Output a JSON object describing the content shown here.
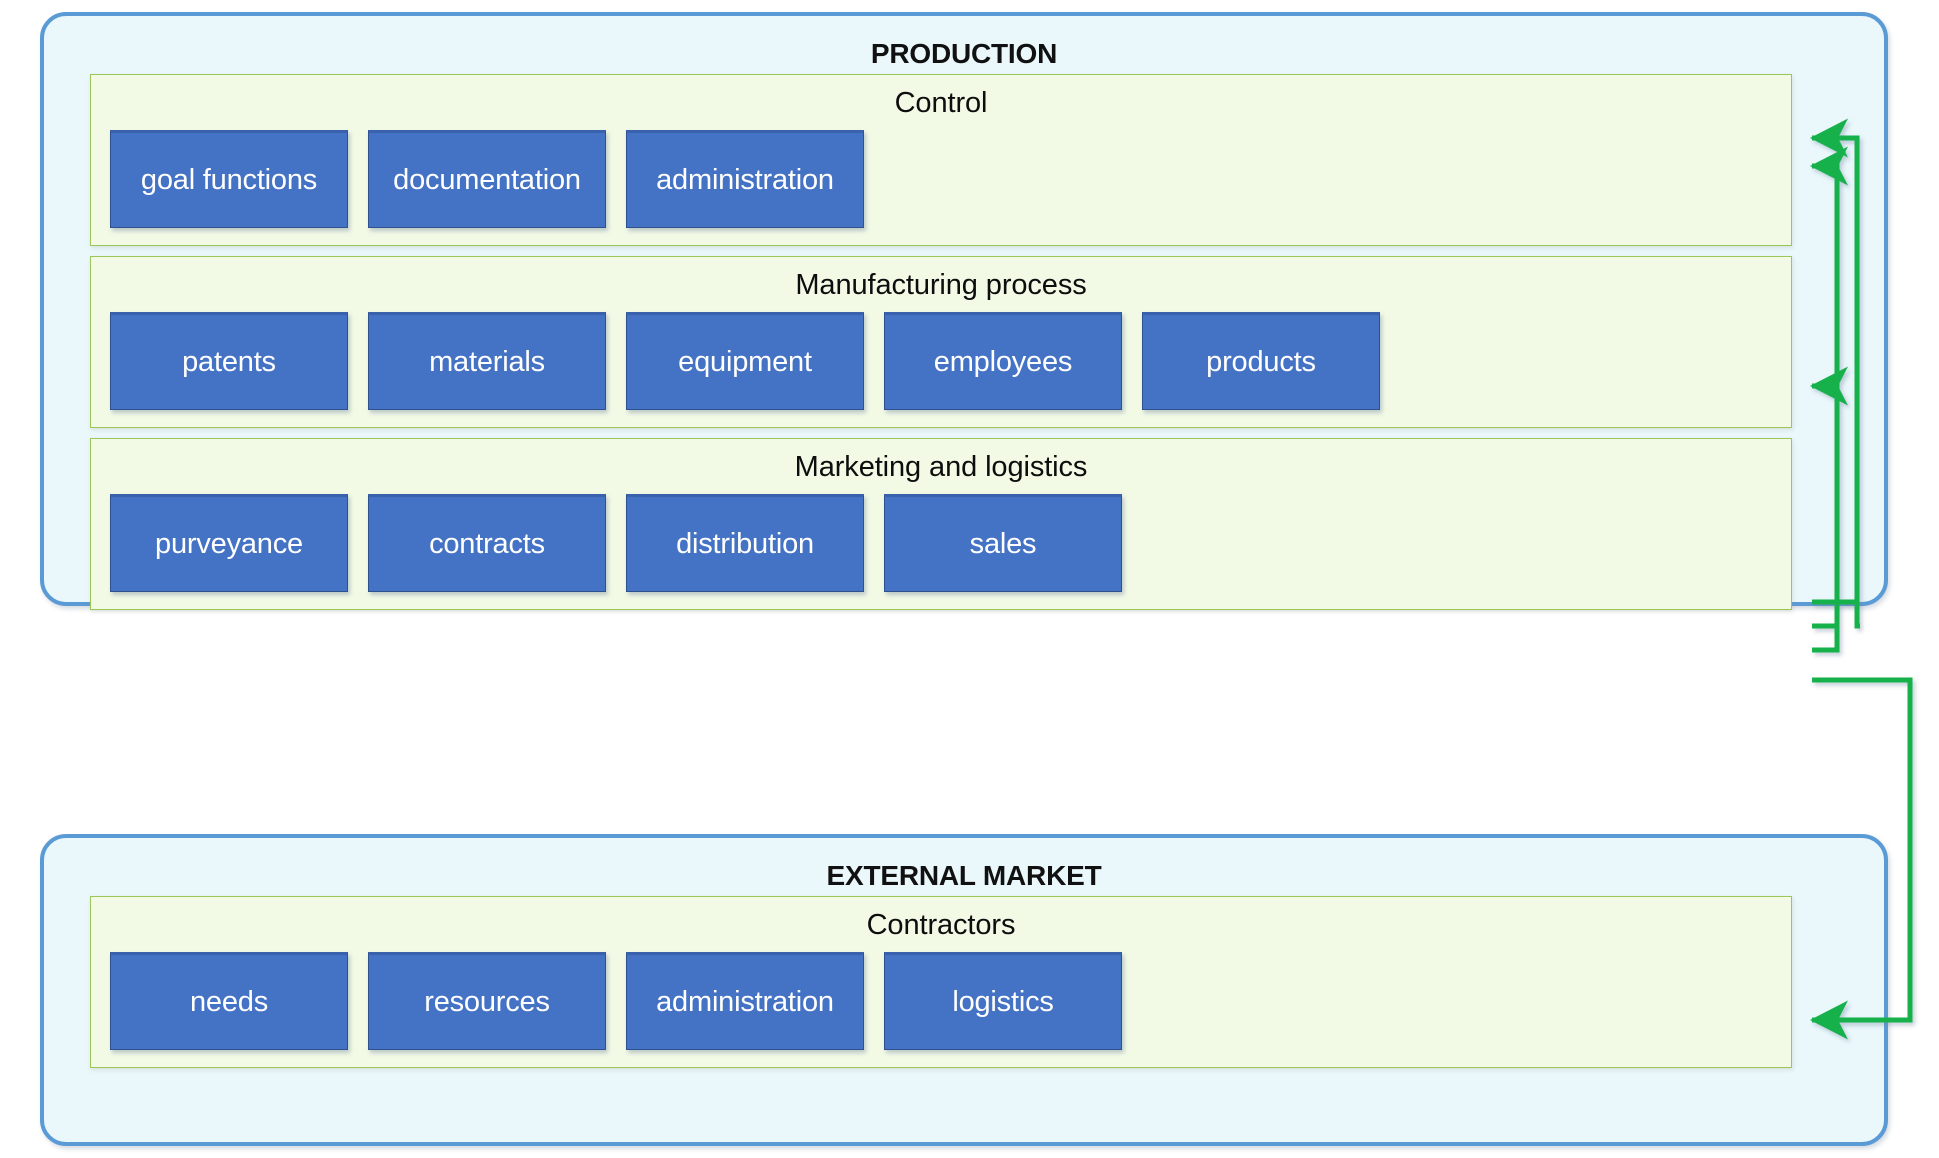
{
  "diagram": {
    "title_production": "PRODUCTION",
    "title_market": "EXTERNAL MARKET",
    "colors": {
      "panel_fill": "#EAF7FB",
      "panel_border": "#5B9BD5",
      "group_fill": "#F2FAE6",
      "group_border": "#9CC65A",
      "item_fill": "#4472C4",
      "item_text": "#FFFFFF",
      "arrow": "#16B14B"
    }
  },
  "production": {
    "label": "PRODUCTION",
    "groups": [
      {
        "title": "Control",
        "items": [
          {
            "label": "goal functions"
          },
          {
            "label": "documentation"
          },
          {
            "label": "administration"
          }
        ]
      },
      {
        "title": "Manufacturing process",
        "items": [
          {
            "label": "patents"
          },
          {
            "label": "materials"
          },
          {
            "label": "equipment"
          },
          {
            "label": "employees"
          },
          {
            "label": "products"
          }
        ]
      },
      {
        "title": "Marketing and logistics",
        "items": [
          {
            "label": "purveyance"
          },
          {
            "label": "contracts"
          },
          {
            "label": "distribution"
          },
          {
            "label": "sales"
          }
        ]
      }
    ]
  },
  "external_market": {
    "label": "EXTERNAL MARKET",
    "groups": [
      {
        "title": "Contractors",
        "items": [
          {
            "label": "needs"
          },
          {
            "label": "resources"
          },
          {
            "label": "administration"
          },
          {
            "label": "logistics"
          }
        ]
      }
    ]
  },
  "connectors": [
    {
      "name": "marketing-to-control",
      "from": "Marketing and logistics",
      "to": "Control",
      "direction": "up"
    },
    {
      "name": "marketing-to-control-2",
      "from": "Marketing and logistics",
      "to": "Control",
      "direction": "up"
    },
    {
      "name": "marketing-to-manufacturing",
      "from": "Marketing and logistics",
      "to": "Manufacturing process",
      "direction": "up"
    },
    {
      "name": "marketing-to-contractors",
      "from": "Marketing and logistics",
      "to": "Contractors",
      "direction": "down"
    }
  ]
}
